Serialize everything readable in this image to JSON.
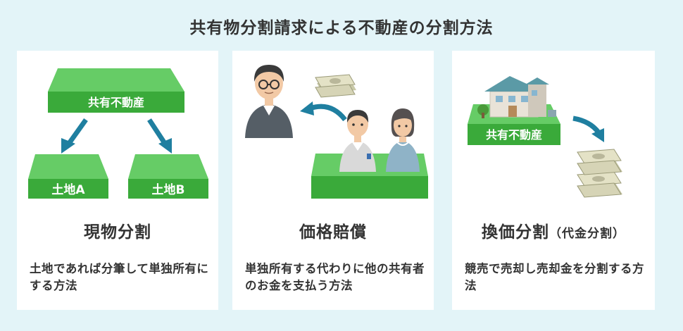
{
  "title": "共有物分割請求による不動産の分割方法",
  "colors": {
    "green_top": "#66cc66",
    "green_front": "#3aaa3a",
    "background": "#e3f4f8",
    "arrow": "#1f7fa0"
  },
  "cards": [
    {
      "title": "現物分割",
      "desc": "土地であれば分筆して単独所有にする方法",
      "labels": {
        "property": "共有不動産",
        "land_a": "土地A",
        "land_b": "土地B"
      }
    },
    {
      "title": "価格賠償",
      "desc": "単独所有する代わりに他の共有者のお金を支払う方法",
      "icons": [
        "man-with-glasses-icon",
        "money-bundle-icon",
        "man-icon",
        "woman-icon"
      ]
    },
    {
      "title": "換価分割",
      "title_sub": "（代金分割）",
      "desc": "競売で売却し売却金を分割する方法",
      "labels": {
        "property": "共有不動産"
      },
      "icons": [
        "house-icon",
        "money-bundle-icon"
      ]
    }
  ]
}
